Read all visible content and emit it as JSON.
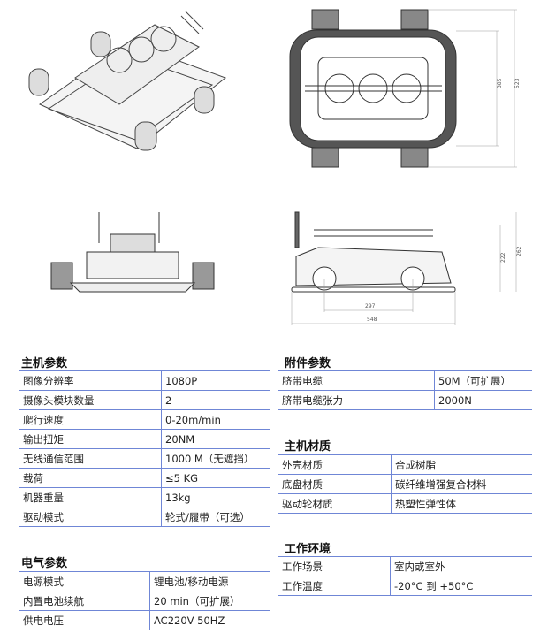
{
  "drawings": {
    "top_view_dims": {
      "inner_height": "385",
      "outer_height": "523"
    },
    "side_view_dims": {
      "height_a": "222",
      "height_b": "262",
      "wheelbase": "297",
      "length": "548"
    }
  },
  "sections": {
    "host": {
      "title": "主机参数",
      "rows": [
        {
          "k": "图像分辨率",
          "v": "1080P"
        },
        {
          "k": "摄像头模块数量",
          "v": "2"
        },
        {
          "k": "爬行速度",
          "v": "0-20m/min"
        },
        {
          "k": "输出扭矩",
          "v": "20NM"
        },
        {
          "k": "无线通信范围",
          "v": "1000 M（无遮挡）"
        },
        {
          "k": "载荷",
          "v": "≤5 KG"
        },
        {
          "k": "机器重量",
          "v": "13kg"
        },
        {
          "k": "驱动模式",
          "v": "轮式/履带（可选）"
        }
      ]
    },
    "electrical": {
      "title": "电气参数",
      "rows": [
        {
          "k": "电源模式",
          "v": "锂电池/移动电源"
        },
        {
          "k": "内置电池续航",
          "v": "20 min（可扩展）"
        },
        {
          "k": "供电电压",
          "v": "AC220V 50HZ"
        }
      ]
    },
    "accessory": {
      "title": "附件参数",
      "rows": [
        {
          "k": "脐带电缆",
          "v": "50M（可扩展）"
        },
        {
          "k": "脐带电缆张力",
          "v": "2000N"
        }
      ]
    },
    "material": {
      "title": "主机材质",
      "rows": [
        {
          "k": "外壳材质",
          "v": "合成树脂"
        },
        {
          "k": "底盘材质",
          "v": "碳纤维增强复合材料"
        },
        {
          "k": "驱动轮材质",
          "v": "热塑性弹性体"
        }
      ]
    },
    "environment": {
      "title": "工作环境",
      "rows": [
        {
          "k": "工作场景",
          "v": "室内或室外"
        },
        {
          "k": "工作温度",
          "v": "-20°C 到  +50°C"
        }
      ]
    }
  }
}
